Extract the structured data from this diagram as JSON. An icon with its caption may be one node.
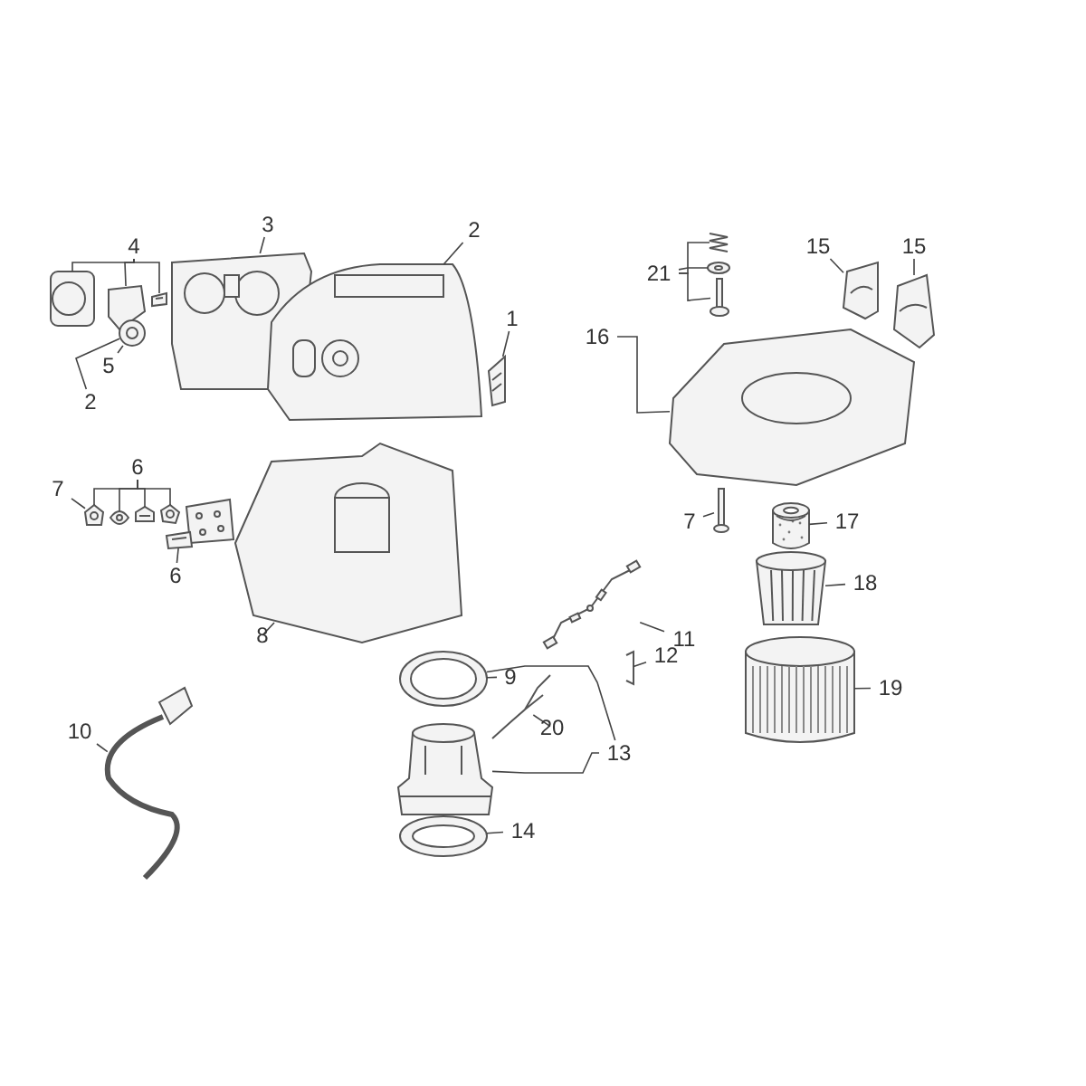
{
  "diagram": {
    "nodes": [
      {
        "text": [
          "4"
        ]
      },
      {
        "text": [
          "3"
        ]
      },
      {
        "text": [
          "2"
        ]
      },
      {
        "text": [
          "1"
        ]
      },
      {
        "text": [
          "5"
        ]
      },
      {
        "text": [
          "2"
        ]
      },
      {
        "text": [
          "6"
        ]
      },
      {
        "text": [
          "7"
        ]
      },
      {
        "text": [
          "6"
        ]
      },
      {
        "text": [
          "8"
        ]
      },
      {
        "text": [
          "21"
        ]
      },
      {
        "text": [
          "16"
        ]
      },
      {
        "text": [
          "15"
        ]
      },
      {
        "text": [
          "15"
        ]
      },
      {
        "text": [
          "7"
        ]
      },
      {
        "text": [
          "17"
        ]
      },
      {
        "text": [
          "18"
        ]
      },
      {
        "text": [
          "11"
        ]
      },
      {
        "text": [
          "12"
        ]
      },
      {
        "text": [
          "9"
        ]
      },
      {
        "text": [
          "20"
        ]
      },
      {
        "text": [
          "13"
        ]
      },
      {
        "text": [
          "19"
        ]
      },
      {
        "text": [
          "10"
        ]
      },
      {
        "text": [
          "14"
        ]
      },
      {
        "text": [],
        "shape": "picture"
      },
      {
        "text": [],
        "shape": "picture"
      },
      {
        "text": [],
        "shape": "picture"
      },
      {
        "text": [],
        "shape": "picture"
      },
      {
        "text": [],
        "shape": "picture"
      },
      {
        "text": [],
        "shape": "picture"
      },
      {
        "text": [],
        "shape": "picture"
      },
      {
        "text": [],
        "shape": "picture"
      },
      {
        "text": [],
        "shape": "picture"
      },
      {
        "text": [],
        "shape": "picture"
      },
      {
        "text": [],
        "shape": "picture"
      },
      {
        "text": [],
        "shape": "picture"
      },
      {
        "text": [],
        "shape": "picture"
      },
      {
        "text": [],
        "shape": "picture"
      },
      {
        "text": [],
        "shape": "picture"
      },
      {
        "text": [],
        "shape": "picture"
      },
      {
        "text": [],
        "shape": "picture"
      },
      {
        "text": [],
        "shape": "picture"
      },
      {
        "text": [],
        "shape": "picture"
      },
      {
        "text": [],
        "shape": "picture"
      },
      {
        "text": [],
        "shape": "picture"
      },
      {
        "text": [],
        "shape": "picture"
      },
      {
        "text": [],
        "shape": "picture"
      },
      {
        "text": [],
        "shape": "picture"
      },
      {
        "text": [],
        "shape": "picture"
      },
      {
        "text": [],
        "shape": "picture"
      },
      {
        "text": [],
        "shape": "picture"
      },
      {
        "text": [],
        "shape": "picture"
      },
      {
        "text": [],
        "shape": "picture"
      },
      {
        "text": [],
        "shape": "picture"
      },
      {
        "text": [],
        "shape": "picture"
      }
    ],
    "edges": [
      {
        "from": 0,
        "to": 25,
        "arrow": "none"
      },
      {
        "from": 0,
        "to": 26,
        "arrow": "none"
      },
      {
        "from": 0,
        "to": 27,
        "arrow": "none"
      },
      {
        "from": 1,
        "to": 29,
        "arrow": "none"
      },
      {
        "from": 2,
        "to": 30,
        "arrow": "none"
      },
      {
        "from": 3,
        "to": 31,
        "arrow": "none"
      },
      {
        "from": 4,
        "to": 28,
        "arrow": "none"
      },
      {
        "from": 5,
        "to": 28,
        "arrow": "none"
      },
      {
        "from": 6,
        "to": 32,
        "arrow": "none"
      },
      {
        "from": 6,
        "to": 33,
        "arrow": "none"
      },
      {
        "from": 6,
        "to": 34,
        "arrow": "none"
      },
      {
        "from": 6,
        "to": 35,
        "arrow": "none"
      },
      {
        "from": 7,
        "to": 32,
        "arrow": "none"
      },
      {
        "from": 8,
        "to": 37,
        "arrow": "none"
      },
      {
        "from": 9,
        "to": 38,
        "arrow": "none"
      },
      {
        "from": 10,
        "to": 39,
        "arrow": "none"
      },
      {
        "from": 10,
        "to": 40,
        "arrow": "none"
      },
      {
        "from": 10,
        "to": 41,
        "arrow": "none"
      },
      {
        "from": 11,
        "to": 42,
        "arrow": "none"
      },
      {
        "from": 12,
        "to": 43,
        "arrow": "none"
      },
      {
        "from": 13,
        "to": 44,
        "arrow": "none"
      },
      {
        "from": 14,
        "to": 45,
        "arrow": "none"
      },
      {
        "from": 15,
        "to": 46,
        "arrow": "none"
      },
      {
        "from": 16,
        "to": 47,
        "arrow": "none"
      },
      {
        "from": 17,
        "to": 48,
        "arrow": "none"
      },
      {
        "from": 18,
        "to": 49,
        "arrow": "none"
      },
      {
        "from": 19,
        "to": 50,
        "arrow": "none"
      },
      {
        "from": 20,
        "to": 51,
        "arrow": "none"
      },
      {
        "from": 21,
        "to": 50,
        "arrow": "none"
      },
      {
        "from": 21,
        "to": 52,
        "arrow": "none"
      },
      {
        "from": 22,
        "to": 54,
        "arrow": "none"
      },
      {
        "from": 23,
        "to": 55,
        "arrow": "none"
      },
      {
        "from": 24,
        "to": 53,
        "arrow": "none"
      }
    ]
  }
}
